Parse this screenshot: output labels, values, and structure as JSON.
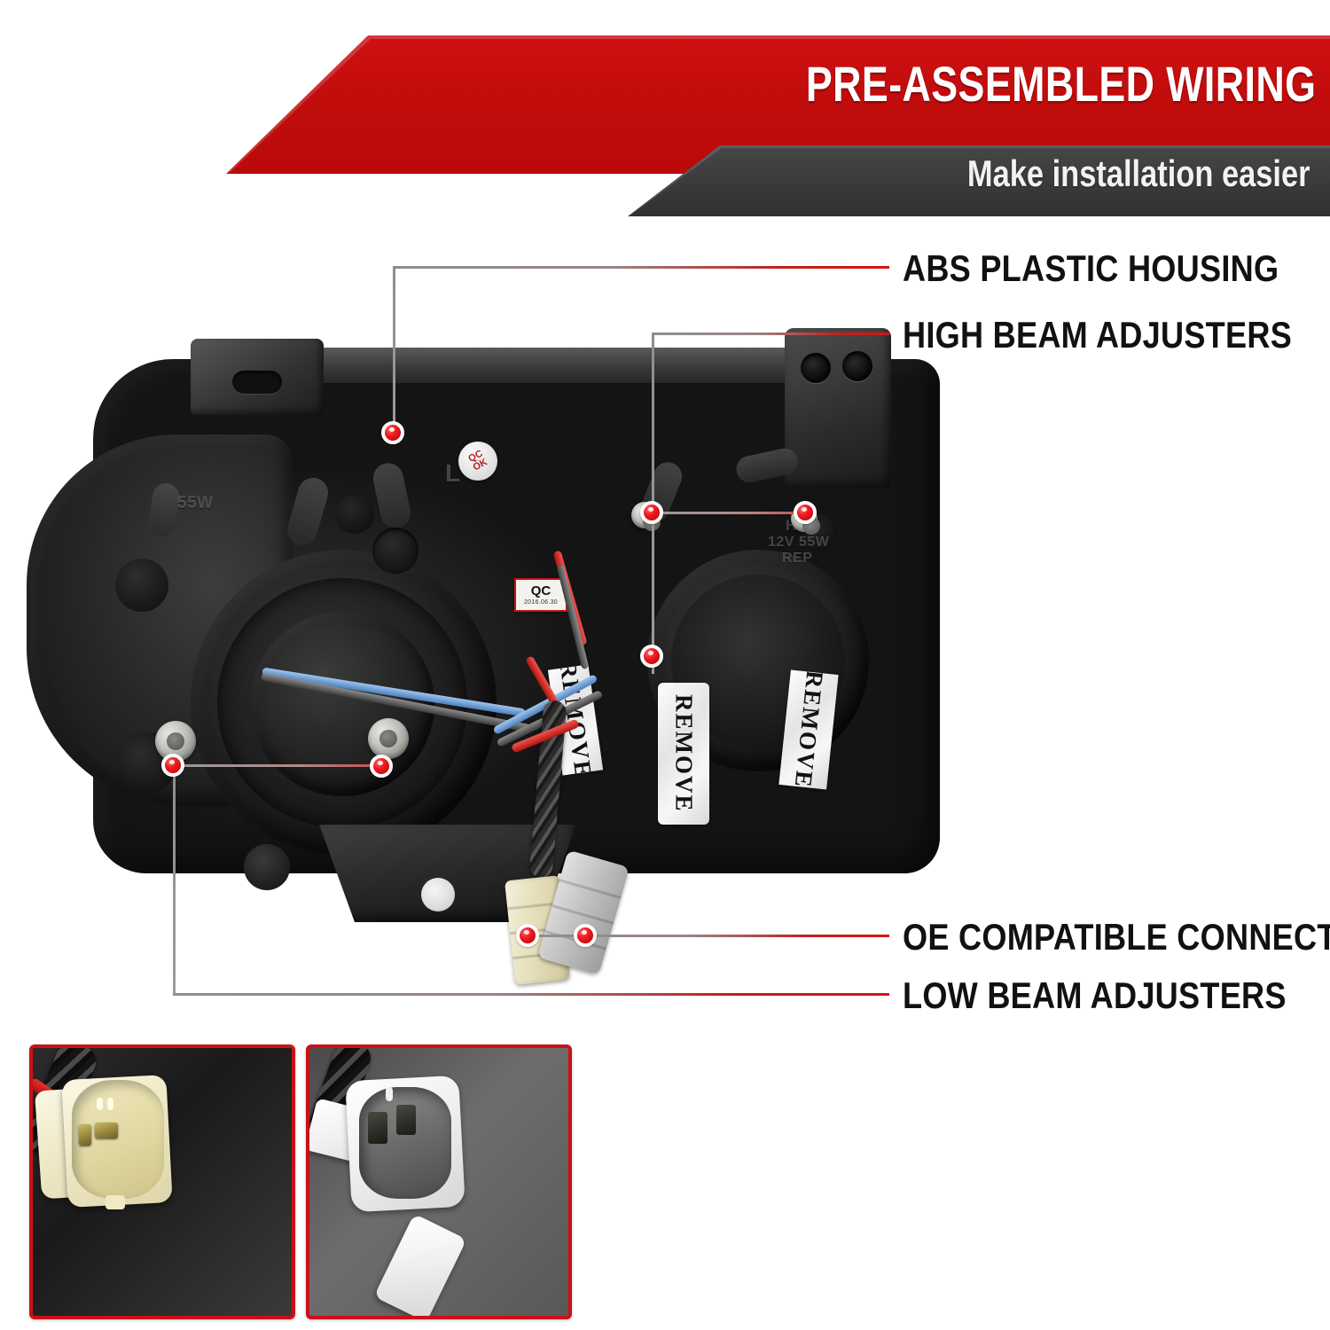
{
  "banner": {
    "title": "PRE-ASSEMBLED WIRING",
    "subtitle": "Make installation easier",
    "red_color": "#C40D0D",
    "dark_color": "#3A3A3A"
  },
  "callouts": [
    {
      "id": "abs-plastic-housing",
      "label": "ABS PLASTIC HOUSING"
    },
    {
      "id": "high-beam-adjusters",
      "label": "HIGH BEAM ADJUSTERS"
    },
    {
      "id": "oe-compatible-connectors",
      "label": "OE COMPATIBLE CONNECTORS"
    },
    {
      "id": "low-beam-adjusters",
      "label": "LOW BEAM ADJUSTERS"
    }
  ],
  "product_markings": {
    "qc_round_line1": "QC",
    "qc_round_line2": "OK",
    "qc_label_title": "QC",
    "qc_label_date": "2016.06.30",
    "bulb_code": "H1",
    "bulb_rating": "12V 55W",
    "bulb_note": "REP",
    "bulb_left_rating": "55W",
    "side_marker": "L",
    "dust_cap_text": "REMOVE"
  },
  "thumbnails": [
    {
      "id": "connector-closeup-cream",
      "caption": ""
    },
    {
      "id": "connector-closeup-white",
      "caption": ""
    }
  ],
  "colors": {
    "accent_red": "#CC1016",
    "dot_red": "#EE1C22",
    "leader_gray": "#909090"
  }
}
